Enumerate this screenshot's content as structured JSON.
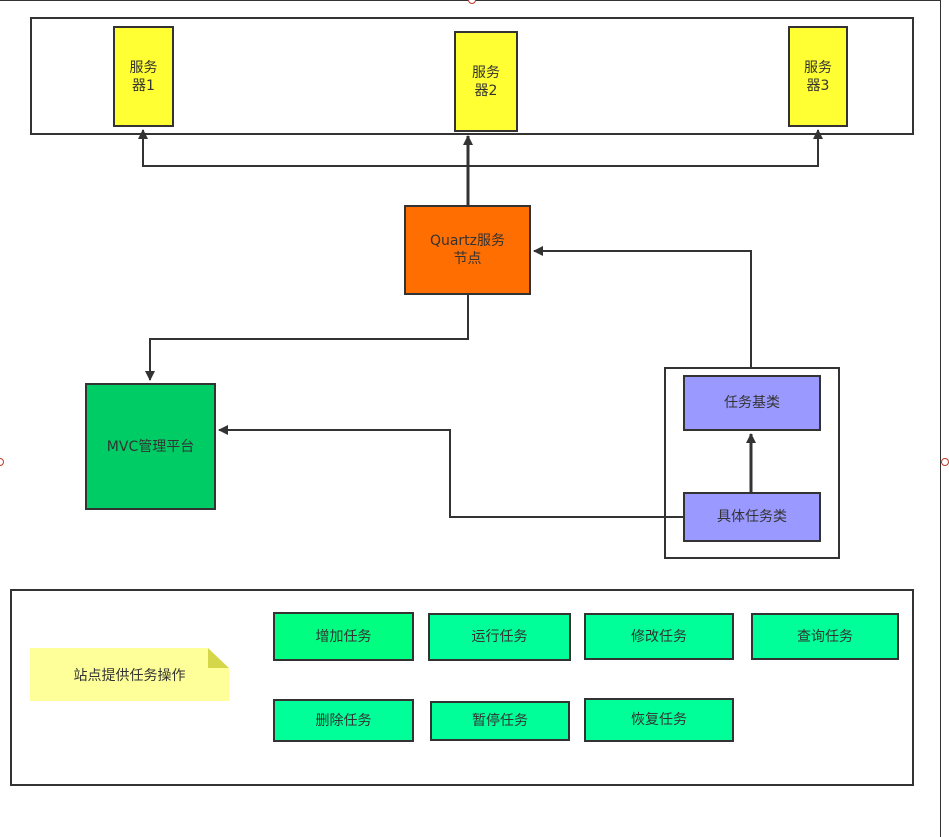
{
  "servers": [
    {
      "line1": "服务",
      "line2": "器1"
    },
    {
      "line1": "服务",
      "line2": "器2"
    },
    {
      "line1": "服务",
      "line2": "器3"
    }
  ],
  "quartz": {
    "line1": "Quartz服务",
    "line2": "节点"
  },
  "mvc": {
    "label": "MVC管理平台"
  },
  "task_base": {
    "label": "任务基类"
  },
  "task_concrete": {
    "label": "具体任务类"
  },
  "note": {
    "label": "站点提供任务操作"
  },
  "operations": [
    {
      "label": "增加任务"
    },
    {
      "label": "运行任务"
    },
    {
      "label": "修改任务"
    },
    {
      "label": "查询任务"
    },
    {
      "label": "删除任务"
    },
    {
      "label": "暂停任务"
    },
    {
      "label": "恢复任务"
    }
  ],
  "colors": {
    "server": "#ffff33",
    "quartz": "#ff6e00",
    "mvc": "#00cc66",
    "task": "#9999ff",
    "operation": "#00ff99",
    "note": "#ffff99",
    "stroke": "#333333"
  }
}
